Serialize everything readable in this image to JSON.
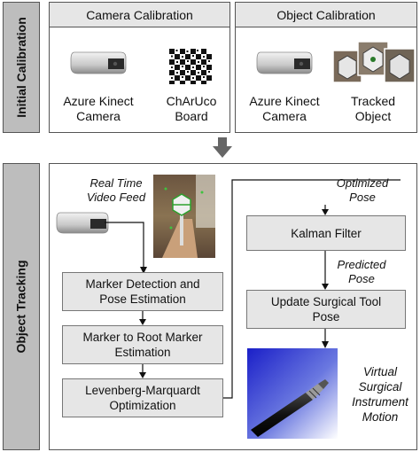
{
  "sections": {
    "initial": "Initial Calibration",
    "tracking": "Object Tracking"
  },
  "camera_calibration": {
    "title": "Camera Calibration",
    "camera_label": [
      "Azure Kinect",
      "Camera"
    ],
    "board_label": [
      "ChArUco",
      "Board"
    ]
  },
  "object_calibration": {
    "title": "Object Calibration",
    "camera_label": [
      "Azure Kinect",
      "Camera"
    ],
    "object_label": [
      "Tracked",
      "Object"
    ]
  },
  "tracking": {
    "video_label": [
      "Real Time",
      "Video Feed"
    ],
    "marker_detection": [
      "Marker Detection and",
      "Pose Estimation"
    ],
    "root_marker": [
      "Marker to Root Marker",
      "Estimation"
    ],
    "lm_optimization": [
      "Levenberg-Marquardt",
      "Optimization"
    ],
    "optimized_pose": [
      "Optimized",
      "Pose"
    ],
    "kalman": "Kalman Filter",
    "predicted_pose": [
      "Predicted",
      "Pose"
    ],
    "update_pose": [
      "Update Surgical Tool",
      "Pose"
    ],
    "virtual_motion": [
      "Virtual",
      "Surgical",
      "Instrument",
      "Motion"
    ]
  }
}
